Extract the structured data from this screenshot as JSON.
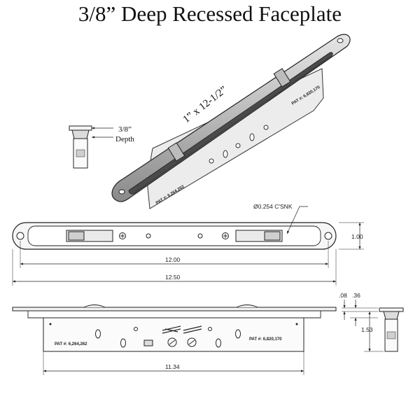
{
  "title": "3/8” Deep Recessed Faceplate",
  "iso_view": {
    "size_label": "1” x 12-1/2”",
    "patent_a": "PAT #: 6,264,262",
    "patent_b": "PAT #: 6,820,170"
  },
  "depth_callout": {
    "value": "3/8”",
    "label": "Depth"
  },
  "top_view": {
    "hole_callout": "Ø0.254 C'SNK",
    "height": "1.00",
    "inner_length": "12.00",
    "overall_length": "12.50"
  },
  "side_view": {
    "patent_left": "PAT #: 6,264,262",
    "patent_right": "PAT #: 6,820,170",
    "body_length": "11.34",
    "plate_thickness": ".08",
    "recess_depth": ".36",
    "body_height": "1.53"
  },
  "colors": {
    "line": "#222222",
    "plate_fill": "#f4f4f4",
    "iso_dark": "#6f6f6f",
    "iso_light": "#d8d8d8"
  }
}
